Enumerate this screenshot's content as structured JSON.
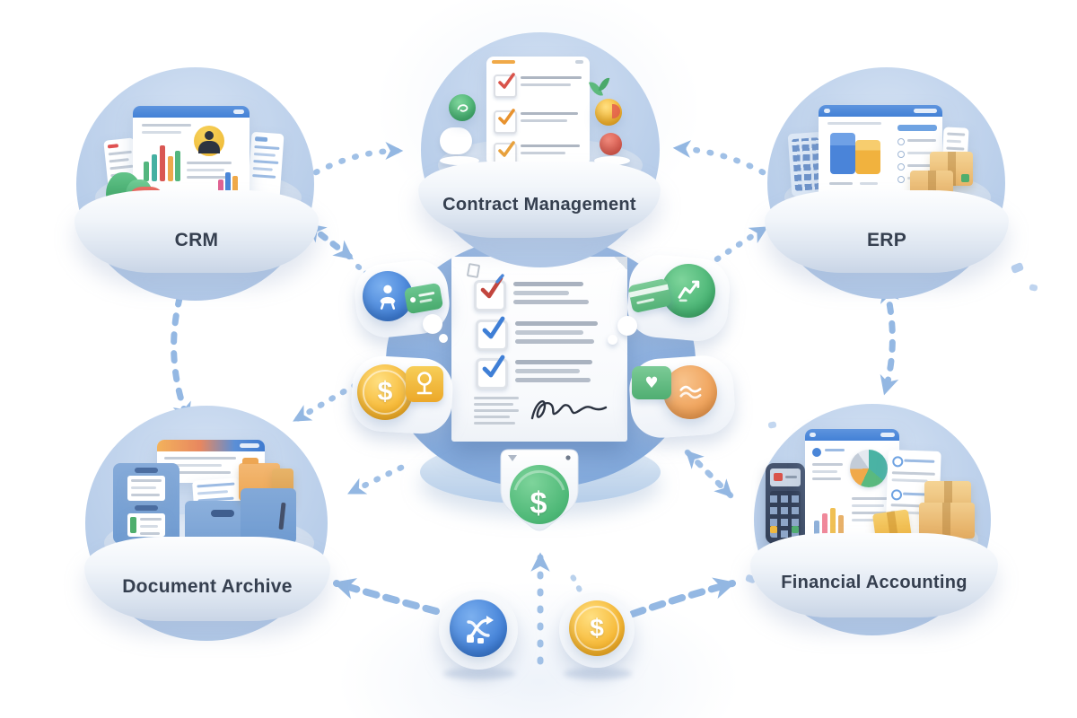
{
  "diagram": {
    "type": "system-integration-illustration",
    "nodes": [
      {
        "id": "crm",
        "label": "CRM",
        "illustration": "crm-dashboard-window"
      },
      {
        "id": "contract-management",
        "label": "Contract Management",
        "illustration": "checklist-window"
      },
      {
        "id": "erp",
        "label": "ERP",
        "illustration": "erp-window-with-boxes"
      },
      {
        "id": "document-archive",
        "label": "Document Archive",
        "illustration": "file-cabinet-and-bins"
      },
      {
        "id": "financial-accounting",
        "label": "Financial Accounting",
        "illustration": "calculator-and-reports"
      }
    ],
    "hub": {
      "id": "contract-hub",
      "illustration": "signed-contract-document",
      "checklist_rows": 3,
      "has_signature": true,
      "satellite_icons": [
        {
          "name": "presenter-badge",
          "color": "#3f7ed6"
        },
        {
          "name": "price-tag",
          "color": "#57bd7e"
        },
        {
          "name": "dollar-coin",
          "color": "#f4b42c"
        },
        {
          "name": "idea-tree-card",
          "color": "#f1bb3a"
        },
        {
          "name": "growth-activity-badge",
          "color": "#45b271"
        },
        {
          "name": "credit-card",
          "color": "#63c189"
        },
        {
          "name": "handshake-badge",
          "color": "#ee9e54"
        },
        {
          "name": "heart-card",
          "color": "#5fbd85"
        },
        {
          "name": "dollar-shield",
          "color": "#52b877"
        }
      ]
    },
    "floating_icons": [
      {
        "name": "workflow-branch-badge",
        "color": "#3f7ed6"
      },
      {
        "name": "dollar-coin-badge",
        "color": "#f2b42e"
      }
    ],
    "connections": [
      {
        "from": "crm",
        "to": "contract-management",
        "style": "dotted-arrow"
      },
      {
        "from": "erp",
        "to": "contract-management",
        "style": "dotted-arrow"
      },
      {
        "from": "crm",
        "to": "contract-hub",
        "style": "dotted-double-arrow"
      },
      {
        "from": "contract-hub",
        "to": "erp",
        "style": "dotted-arrow"
      },
      {
        "from": "crm",
        "to": "document-archive",
        "style": "dashed-double-arrow"
      },
      {
        "from": "erp",
        "to": "financial-accounting",
        "style": "dashed-double-arrow"
      },
      {
        "from": "contract-hub",
        "to": "document-archive",
        "style": "dotted-arrow"
      },
      {
        "from": "workflow-branch-badge",
        "to": "document-archive",
        "style": "dashed-arrow"
      },
      {
        "from": "floating-icons",
        "to": "contract-hub",
        "style": "dotted-arrow-up"
      },
      {
        "from": "dollar-coin-badge",
        "to": "financial-accounting",
        "style": "dashed-arrow"
      },
      {
        "from": "contract-hub",
        "to": "financial-accounting",
        "style": "dotted-double-arrow"
      }
    ],
    "symbols": {
      "dollar": "$",
      "heart": "♥"
    },
    "colors": {
      "dome_blue": "#b7cde9",
      "hub_blue": "#85abdb",
      "arrow_blue": "#a0c0e6",
      "label_text": "#353f4f",
      "coin_gold": "#f5b42e",
      "badge_green": "#45b271",
      "badge_orange": "#ee9e54",
      "badge_blue": "#3f7ed6",
      "check_red": "#c2463e",
      "check_blue": "#3f7fd6"
    }
  }
}
